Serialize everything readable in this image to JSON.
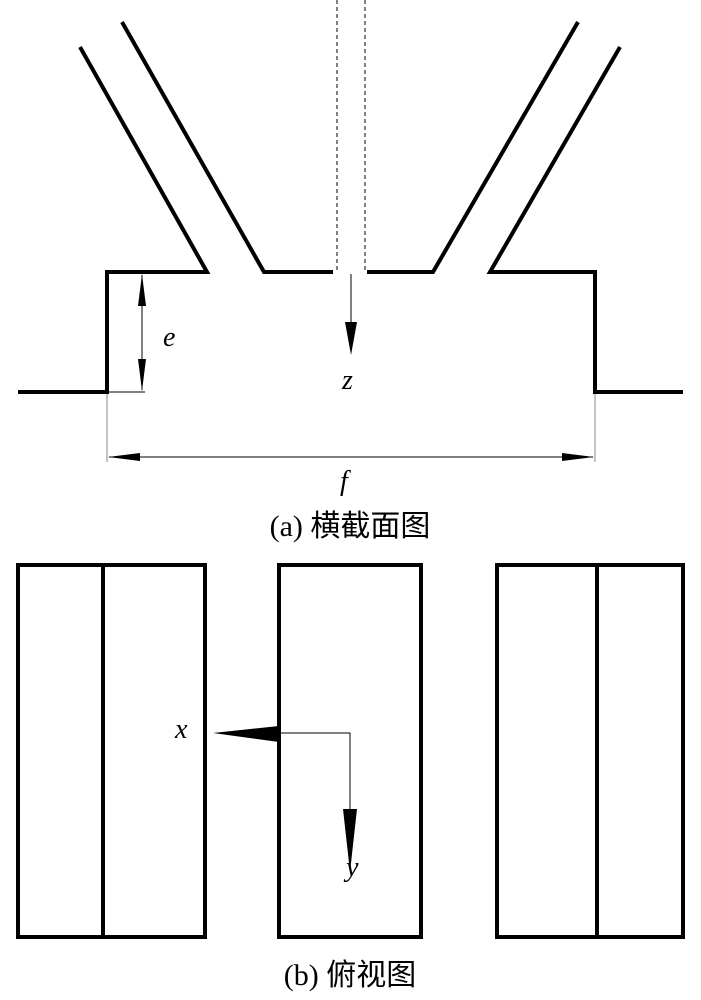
{
  "cross_section": {
    "label_e": "e",
    "label_z": "z",
    "label_f": "f",
    "caption": "(a) 横截面图"
  },
  "top_view": {
    "label_x": "x",
    "label_y": "y",
    "caption": "(b) 俯视图"
  }
}
